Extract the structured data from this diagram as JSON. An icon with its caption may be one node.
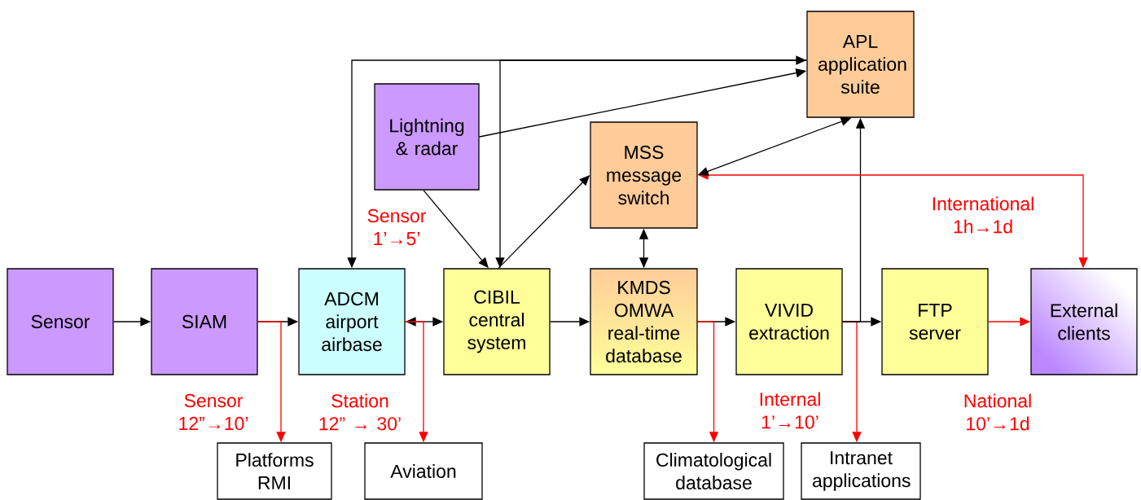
{
  "diagram": {
    "nodes": [
      {
        "text": [
          "APL application suite"
        ]
      },
      {
        "text": [
          "Lightning & radar"
        ]
      },
      {
        "text": [
          "MSS message switch"
        ]
      },
      {
        "text": [
          "Sensor"
        ]
      },
      {
        "text": [
          "SIAM"
        ]
      },
      {
        "text": [
          "ADCM airport airbase"
        ]
      },
      {
        "text": [
          "CIBIL central system"
        ]
      },
      {
        "text": [
          "KMDS OMWA real-time database"
        ]
      },
      {
        "text": [
          "VIVID extraction"
        ]
      },
      {
        "text": [
          "FTP server"
        ]
      },
      {
        "text": [
          "External clients"
        ]
      },
      {
        "text": [
          "Platforms RMI"
        ]
      },
      {
        "text": [
          "Aviation"
        ]
      },
      {
        "text": [
          "Climatological database"
        ]
      },
      {
        "text": [
          "Intranet applications"
        ]
      }
    ],
    "edges": [
      {
        "from": 3,
        "to": 4,
        "arrow": "to"
      },
      {
        "from": 4,
        "to": 5,
        "arrow": "to"
      },
      {
        "from": 4,
        "to": 11,
        "arrow": "to",
        "color": "#ff0000"
      },
      {
        "from": 5,
        "to": 6,
        "arrow": "both"
      },
      {
        "from": 5,
        "to": 12,
        "arrow": "to",
        "color": "#ff0000"
      },
      {
        "from": 6,
        "to": 7,
        "arrow": "to"
      },
      {
        "from": 7,
        "to": 8,
        "arrow": "to"
      },
      {
        "from": 7,
        "to": 13,
        "arrow": "to",
        "color": "#ff0000"
      },
      {
        "from": 8,
        "to": 9,
        "arrow": "to"
      },
      {
        "from": 8,
        "to": 14,
        "arrow": "to",
        "color": "#ff0000"
      },
      {
        "from": 8,
        "to": 0,
        "arrow": "to"
      },
      {
        "from": 9,
        "to": 10,
        "arrow": "to",
        "color": "#ff0000"
      },
      {
        "from": 2,
        "to": 10,
        "arrow": "both",
        "color": "#ff0000"
      },
      {
        "from": 2,
        "to": 7,
        "arrow": "both"
      },
      {
        "from": 2,
        "to": 0,
        "arrow": "both"
      },
      {
        "from": 6,
        "to": 2,
        "arrow": "to"
      },
      {
        "from": 1,
        "to": 6,
        "arrow": "to"
      },
      {
        "from": 1,
        "to": 0,
        "arrow": "to"
      },
      {
        "from": 0,
        "to": 5,
        "arrow": "to"
      },
      {
        "from": 6,
        "to": 0,
        "arrow": "both"
      }
    ],
    "labels": [
      "Sensor 1’→5’",
      "International 1h→1d",
      "Sensor 12”→10’",
      "Station 12” → 30’",
      "Internal 1’→10’",
      "National 10’→1d"
    ]
  }
}
